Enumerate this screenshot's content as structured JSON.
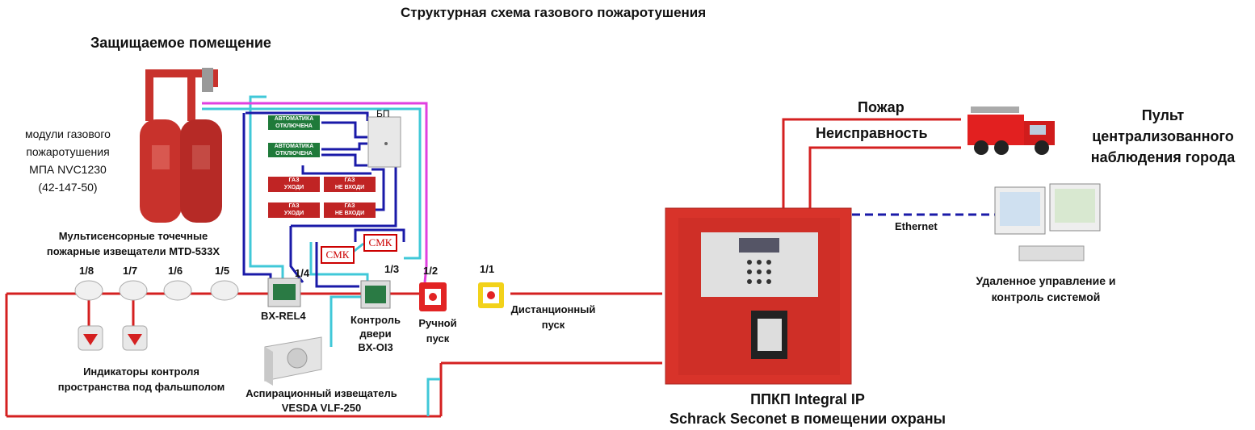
{
  "title": "Структурная схема газового пожаротушения",
  "zone_title": "Защищаемое помещение",
  "modules_caption": [
    "модули газового",
    "пожаротушения",
    "МПА  NVC1230",
    "(42-147-50)"
  ],
  "detectors_caption": [
    "Мультисенсорные точечные",
    "пожарные извещатели MTD-533X"
  ],
  "detector_addresses": [
    "1/8",
    "1/7",
    "1/6",
    "1/5"
  ],
  "indicators_caption": [
    "Индикаторы контроля",
    "пространства под фальшполом"
  ],
  "bx_rel4": {
    "address": "1/4",
    "label": "BX-REL4"
  },
  "bx_oi3": {
    "address": "1/3",
    "label": [
      "Контроль",
      "двери",
      "BX-OI3"
    ]
  },
  "manual_start": {
    "address": "1/2",
    "label": [
      "Ручной",
      "пуск"
    ]
  },
  "remote_start": {
    "address": "1/1",
    "label": [
      "Дистанционный",
      "пуск"
    ]
  },
  "power_supply": "БП",
  "signs": {
    "auto_off_1": [
      "АВТОМАТИКА",
      "ОТКЛЮЧЕНА"
    ],
    "auto_off_2": [
      "АВТОМАТИКА",
      "ОТКЛЮЧЕНА"
    ],
    "gas_leave_1": [
      "ГАЗ",
      "УХОДИ"
    ],
    "gas_no_enter_1": [
      "ГАЗ",
      "НЕ ВХОДИ"
    ],
    "gas_leave_2": [
      "ГАЗ",
      "УХОДИ"
    ],
    "gas_no_enter_2": [
      "ГАЗ",
      "НЕ ВХОДИ"
    ]
  },
  "smk_label": "СМК",
  "vesda_caption": [
    "Аспирационный извещатель",
    "VESDA VLF-250"
  ],
  "panel_caption": [
    "ППКП Integral IP",
    "Schrack Seconet в помещении охраны"
  ],
  "signals": {
    "fire": "Пожар",
    "fault": "Неисправность"
  },
  "ethernet": "Ethernet",
  "monitoring_caption": [
    "Пульт",
    "централизованного",
    "наблюдения города"
  ],
  "remote_caption": [
    "Удаленное управление и",
    "контроль системой"
  ],
  "colors": {
    "loop": "#d42020",
    "cyan": "#40c8d8",
    "blue": "#1a1aa8",
    "magenta": "#e040e0",
    "panel": "#d8332a",
    "sign_green": "#1f7a3a",
    "sign_red": "#c02424"
  }
}
